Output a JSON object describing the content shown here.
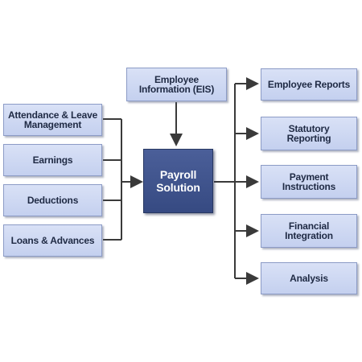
{
  "center": {
    "label": "Payroll\nSolution"
  },
  "top_input": {
    "label": "Employee\nInformation (EIS)"
  },
  "inputs": [
    {
      "label": "Attendance & Leave\nManagement"
    },
    {
      "label": "Earnings"
    },
    {
      "label": "Deductions"
    },
    {
      "label": "Loans & Advances"
    }
  ],
  "outputs": [
    {
      "label": "Employee Reports"
    },
    {
      "label": "Statutory\nReporting"
    },
    {
      "label": "Payment\nInstructions"
    },
    {
      "label": "Financial\nIntegration"
    },
    {
      "label": "Analysis"
    }
  ],
  "colors": {
    "box_fill": "#cdd7f2",
    "center_fill": "#3f5490",
    "line": "#3a3a3a"
  }
}
